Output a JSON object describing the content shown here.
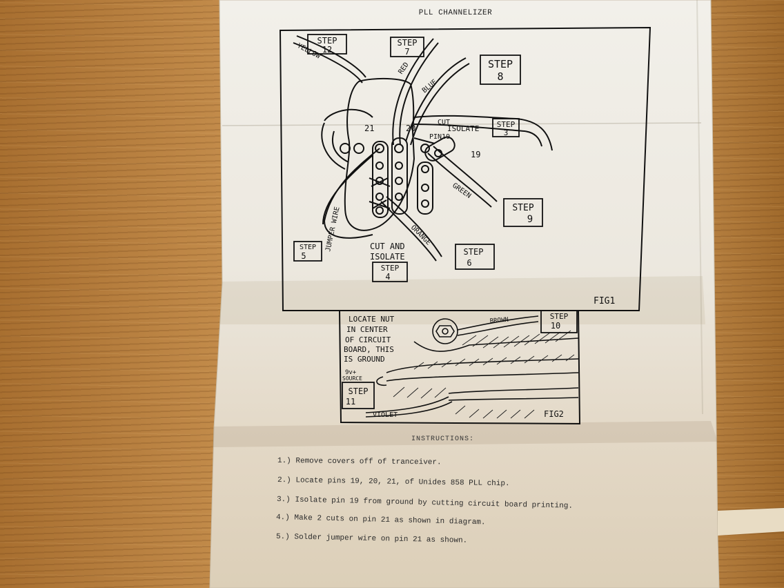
{
  "document": {
    "title": "PLL CHANNELIZER",
    "figure1": {
      "label": "FIG1",
      "steps": {
        "step12": {
          "word": "STEP",
          "num": "12"
        },
        "step7": {
          "word": "STEP",
          "num": "7"
        },
        "step8": {
          "word": "STEP",
          "num": "8"
        },
        "step3": {
          "word": "STEP",
          "num": "3"
        },
        "step9": {
          "word": "STEP",
          "num": "9"
        },
        "step5": {
          "word": "STEP",
          "num": "5"
        },
        "step4": {
          "word": "STEP",
          "num": "4"
        },
        "step6": {
          "word": "STEP",
          "num": "6"
        }
      },
      "wires": {
        "yellow": "YELLOW",
        "red": "RED",
        "blue": "BLUE",
        "green": "GREEN",
        "orange": "ORANGE",
        "jumper": "JUMPER WIRE"
      },
      "pins": {
        "p21": "21",
        "p20": "20",
        "p19": "19"
      },
      "notes": {
        "cut_isolate_pin19_l1": "CUT",
        "cut_isolate_pin19_l2": "ISOLATE",
        "cut_isolate_pin19_l3": "PIN19",
        "cut_and_isolate_l1": "CUT AND",
        "cut_and_isolate_l2": "ISOLATE"
      }
    },
    "figure2": {
      "label": "FIG2",
      "note_lines": [
        "LOCATE NUT",
        "IN CENTER",
        "OF CIRCUIT",
        "BOARD, THIS",
        "IS GROUND"
      ],
      "source_label_l1": "9v+",
      "source_label_l2": "SOURCE",
      "brown": "BROWN",
      "violet": "VIOLET",
      "steps": {
        "step10": {
          "word": "STEP",
          "num": "10"
        },
        "step11": {
          "word": "STEP",
          "num": "11"
        }
      }
    },
    "instructions": {
      "heading": "INSTRUCTIONS:",
      "items": [
        "1.) Remove covers off of tranceiver.",
        "2.) Locate pins 19, 20, 21, of Unides 858 PLL chip.",
        "3.) Isolate pin 19 from ground by cutting circuit board printing.",
        "4.) Make 2 cuts on pin 21 as shown in diagram.",
        "5.) Solder jumper wire on pin 21 as shown."
      ]
    }
  }
}
